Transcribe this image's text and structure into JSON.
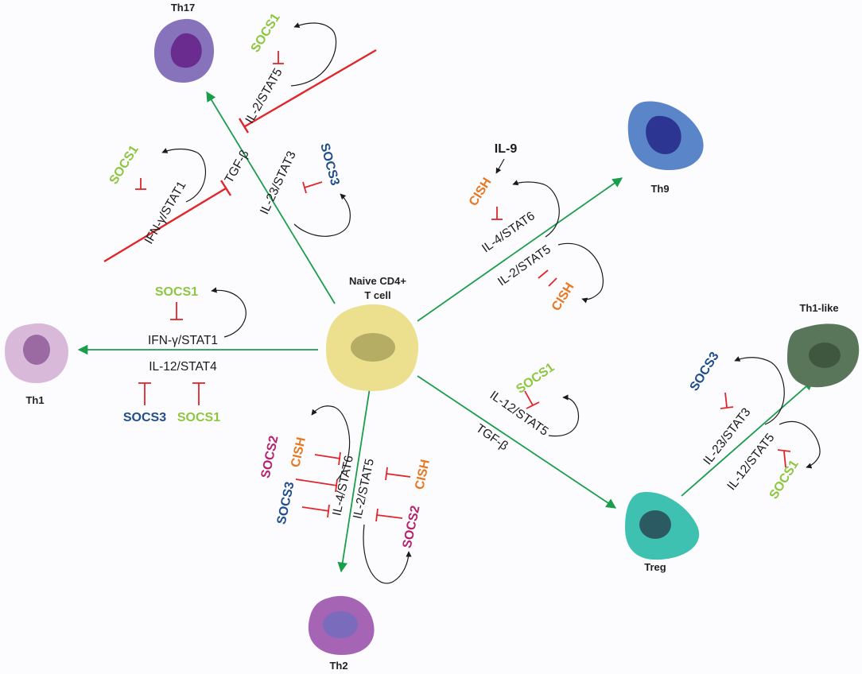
{
  "colors": {
    "background": "#fcfcfe",
    "differentiation_arrow": "#1b9e4b",
    "inhibition": "#e0262a",
    "feedback_arrow": "#1a1a1a",
    "SOCS1": "#8dc63f",
    "SOCS2": "#b5236e",
    "SOCS3": "#1f4e8c",
    "CISH": "#e87722"
  },
  "cells": {
    "naive": {
      "label_line1": "Naive CD4+",
      "label_line2": "T cell",
      "body": "#ece08f",
      "nucleus": "#b4ad63"
    },
    "th17": {
      "label": "Th17",
      "body": "#8673bb",
      "nucleus": "#6a2c8f"
    },
    "th9": {
      "label": "Th9",
      "body": "#5b85c9",
      "nucleus": "#2c3591"
    },
    "th1": {
      "label": "Th1",
      "body": "#d8b9d9",
      "nucleus": "#9b6aa3"
    },
    "th1like": {
      "label": "Th1-like",
      "body": "#59765a",
      "nucleus": "#3f573f"
    },
    "treg": {
      "label": "Treg",
      "body": "#3ec1b0",
      "nucleus": "#2c5a63"
    },
    "th2": {
      "label": "Th2",
      "body": "#a564b4",
      "nucleus": "#7a6bbd"
    }
  },
  "pathways": {
    "th17": {
      "il2_stat5": "IL-2/STAT5",
      "il23_stat3": "IL-23/STAT3",
      "tgf_beta": "TGF-β",
      "ifng_stat1": "IFN-γ/STAT1",
      "socs1_top": "SOCS1",
      "socs3": "SOCS3",
      "socs1_left": "SOCS1"
    },
    "th9": {
      "il9": "IL-9",
      "cish_top": "CISH",
      "il4_stat6": "IL-4/STAT6",
      "il2_stat5": "IL-2/STAT5",
      "cish_bottom": "CISH"
    },
    "th1": {
      "socs1_top": "SOCS1",
      "ifng_stat1": "IFN-γ/STAT1",
      "il12_stat4": "IL-12/STAT4",
      "socs3": "SOCS3",
      "socs1_bottom": "SOCS1"
    },
    "treg": {
      "socs1": "SOCS1",
      "il12_stat5": "IL-12/STAT5",
      "tgf_beta": "TGF-β"
    },
    "th1like": {
      "socs3": "SOCS3",
      "il23_stat3": "IL-23/STAT3",
      "il12_stat5": "IL-12/STAT5",
      "socs1": "SOCS1"
    },
    "th2": {
      "socs2_left": "SOCS2",
      "cish_left": "CISH",
      "socs3": "SOCS3",
      "il4_stat6": "IL-4/STAT6",
      "il2_stat5": "IL-2/STAT5",
      "cish_right": "CISH",
      "socs2_right": "SOCS2"
    }
  }
}
